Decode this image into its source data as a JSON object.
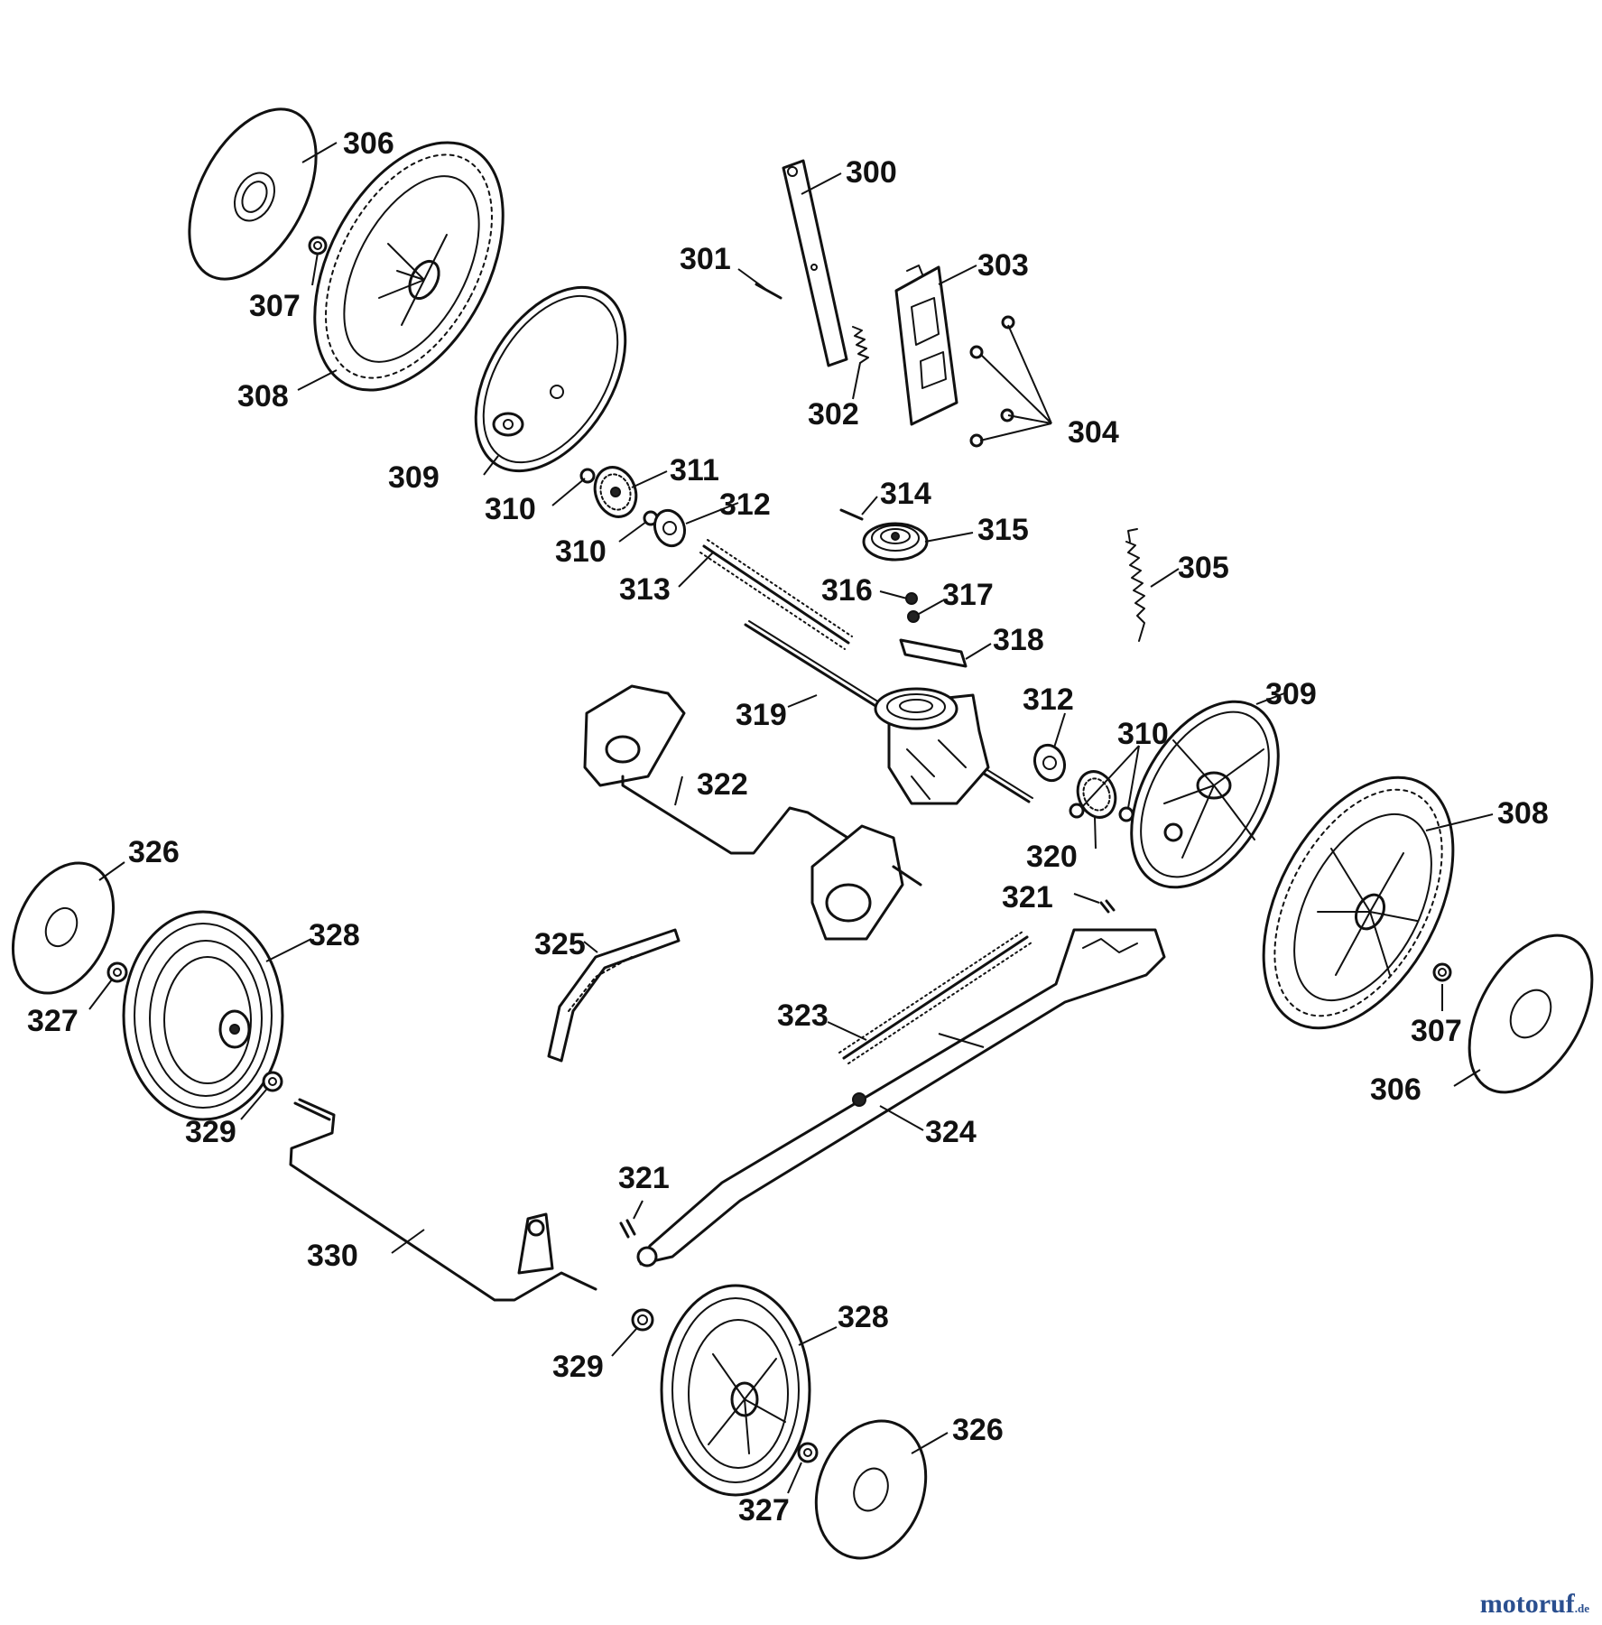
{
  "callouts": {
    "c300": "300",
    "c301": "301",
    "c302": "302",
    "c303": "303",
    "c304": "304",
    "c305": "305",
    "c306a": "306",
    "c306b": "306",
    "c307a": "307",
    "c307b": "307",
    "c308a": "308",
    "c308b": "308",
    "c309a": "309",
    "c309b": "309",
    "c310a": "310",
    "c310b": "310",
    "c310c": "310",
    "c311": "311",
    "c312a": "312",
    "c312b": "312",
    "c313": "313",
    "c314": "314",
    "c315": "315",
    "c316": "316",
    "c317": "317",
    "c318": "318",
    "c319": "319",
    "c320": "320",
    "c321a": "321",
    "c321b": "321",
    "c322": "322",
    "c323": "323",
    "c324": "324",
    "c325": "325",
    "c326a": "326",
    "c326b": "326",
    "c327a": "327",
    "c327b": "327",
    "c328a": "328",
    "c328b": "328",
    "c329a": "329",
    "c329b": "329",
    "c330": "330"
  },
  "watermark": {
    "brand": "motoruf",
    "tld": ".de"
  },
  "colors": {
    "line": "#111111",
    "background": "#ffffff",
    "watermark": "#2a4f8f"
  }
}
